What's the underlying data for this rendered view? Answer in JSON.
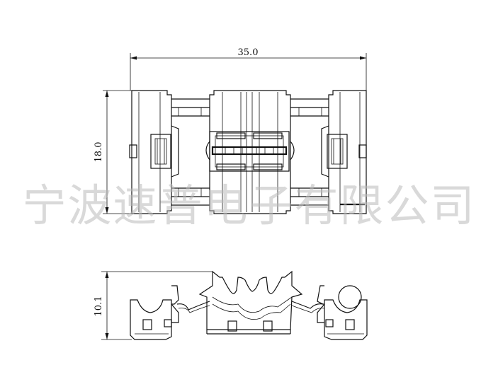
{
  "dimensions": {
    "width_label": "35.0",
    "height_label": "18.0",
    "side_height_label": "10.1"
  },
  "watermark": "宁波速普电子有限公司",
  "colors": {
    "line": "#111111",
    "watermark": "#bbbbbb"
  }
}
